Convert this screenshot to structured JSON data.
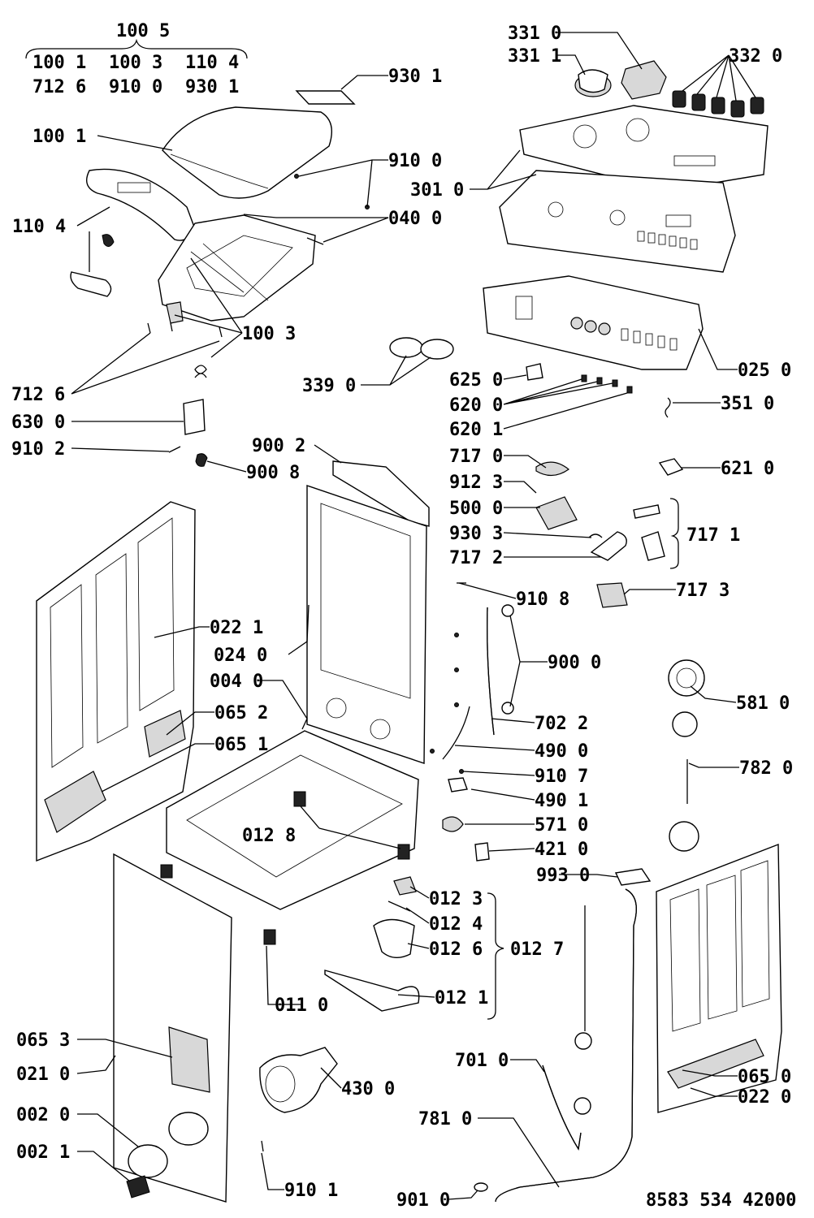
{
  "group_header": {
    "title": "100 5",
    "row1": [
      "100 1",
      "100 3",
      "110 4"
    ],
    "row2": [
      "712 6",
      "910 0",
      "930 1"
    ]
  },
  "labels": {
    "l_9301_top": "930 1",
    "l_1001": "100 1",
    "l_1104": "110 4",
    "l_9100": "910 0",
    "l_0400": "040 0",
    "l_1003": "100 3",
    "l_7126": "712 6",
    "l_6300": "630 0",
    "l_9102": "910 2",
    "l_9002": "900 2",
    "l_9008": "900 8",
    "l_3310": "331 0",
    "l_3311": "331 1",
    "l_3320": "332 0",
    "l_3010": "301 0",
    "l_0250": "025 0",
    "l_3390": "339 0",
    "l_6250": "625 0",
    "l_6200": "620 0",
    "l_6201": "620 1",
    "l_3510": "351 0",
    "l_7170": "717 0",
    "l_9123": "912 3",
    "l_6210": "621 0",
    "l_5000": "500 0",
    "l_9303": "930 3",
    "l_7172": "717 2",
    "l_7171": "717 1",
    "l_7173": "717 3",
    "l_9108": "910 8",
    "l_0221": "022 1",
    "l_0240": "024 0",
    "l_0040": "004 0",
    "l_0652": "065 2",
    "l_0651": "065 1",
    "l_9000": "900 0",
    "l_5810": "581 0",
    "l_7022": "702 2",
    "l_4900": "490 0",
    "l_9107": "910 7",
    "l_7820": "782 0",
    "l_4901": "490 1",
    "l_0128": "012 8",
    "l_5710": "571 0",
    "l_4210": "421 0",
    "l_9930": "993 0",
    "l_0123": "012 3",
    "l_0124": "012 4",
    "l_0126": "012 6",
    "l_0127": "012 7",
    "l_0121": "012 1",
    "l_0110": "011 0",
    "l_0653": "065 3",
    "l_0210": "021 0",
    "l_4300": "430 0",
    "l_7010": "701 0",
    "l_0650": "065 0",
    "l_0220": "022 0",
    "l_0020": "002 0",
    "l_7810": "781 0",
    "l_0021": "002 1",
    "l_9101": "910 1",
    "l_9010": "901 0"
  },
  "document_number": "8583 534 42000"
}
